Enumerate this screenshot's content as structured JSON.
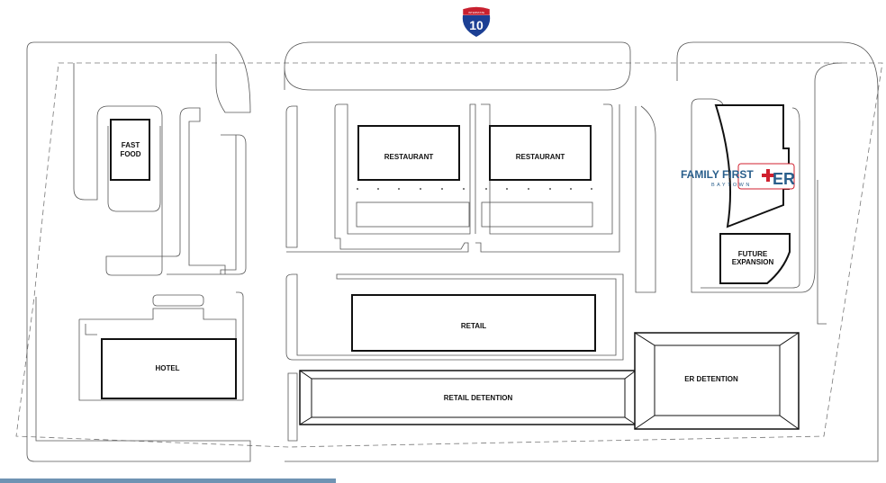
{
  "highway_shield": {
    "top": "INTERSTATE",
    "number": "10",
    "colors": {
      "top": "#c8202f",
      "body": "#1c3f94"
    }
  },
  "buildings": {
    "fast_food": [
      "FAST",
      "FOOD"
    ],
    "restaurant_1": "RESTAURANT",
    "restaurant_2": "RESTAURANT",
    "retail": "RETAIL",
    "retail_detention": "RETAIL DETENTION",
    "hotel": "HOTEL",
    "er_detention": "ER DETENTION",
    "future_expansion": [
      "FUTURE",
      "EXPANSION"
    ]
  },
  "logo": {
    "name": "FAMILY FIRST",
    "sub": "BAYTOWN",
    "mark": "ER",
    "colors": {
      "blue": "#2a5f8c",
      "red": "#d0202f"
    }
  },
  "accent_bar_color": "#6f93b3"
}
